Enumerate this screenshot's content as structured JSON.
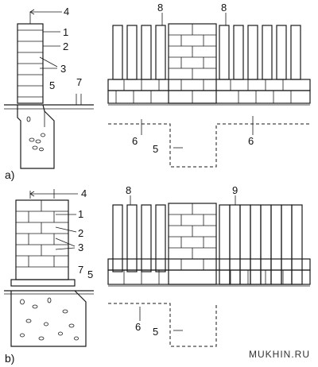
{
  "sections": [
    {
      "id": "a",
      "caption": "a)",
      "pier_labels": [
        "4",
        "1",
        "2",
        "3",
        "5",
        "7"
      ],
      "elevation_labels": [
        "8",
        "8",
        "6",
        "5",
        "6"
      ]
    },
    {
      "id": "b",
      "caption": "b)",
      "pier_labels": [
        "4",
        "1",
        "2",
        "3",
        "7",
        "5"
      ],
      "elevation_labels": [
        "8",
        "9",
        "6",
        "5"
      ]
    }
  ],
  "watermark": "MUKHIN.RU"
}
